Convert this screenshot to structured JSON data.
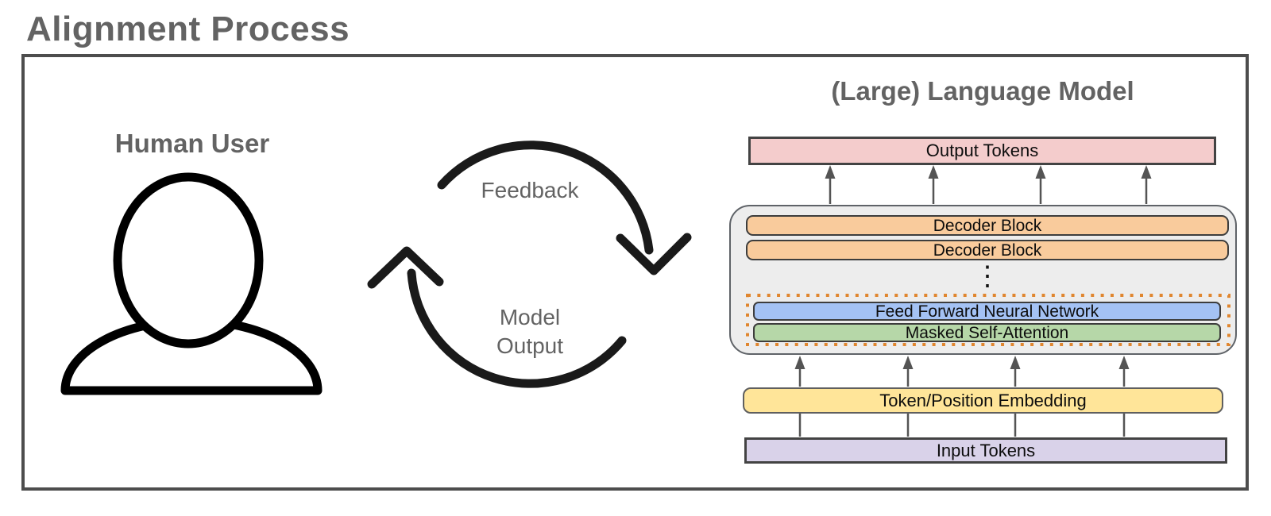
{
  "title": "Alignment Process",
  "human_user": {
    "label": "Human User"
  },
  "cycle": {
    "feedback_label": "Feedback",
    "model_output_line1": "Model",
    "model_output_line2": "Output"
  },
  "language_model": {
    "title": "(Large) Language Model",
    "output_tokens": "Output Tokens",
    "decoder_blocks": [
      "Decoder Block",
      "Decoder Block"
    ],
    "ellipsis": "⋮",
    "feed_forward": "Feed Forward Neural Network",
    "masked_self_attention": "Masked Self-Attention",
    "embedding": "Token/Position Embedding",
    "input_tokens": "Input Tokens"
  },
  "colors": {
    "heading_text": "#636363",
    "output_tokens_fill": "#f4cccc",
    "decoder_block_fill": "#f9cb9c",
    "feed_forward_fill": "#a4c2f4",
    "masked_self_attention_fill": "#b6d7a8",
    "embedding_fill": "#ffe599",
    "input_tokens_fill": "#d9d2e9",
    "decoder_container_fill": "#ededed",
    "dotted_outline": "#e0862f",
    "flow_arrow": "#545454",
    "icon_stroke": "#000000"
  }
}
